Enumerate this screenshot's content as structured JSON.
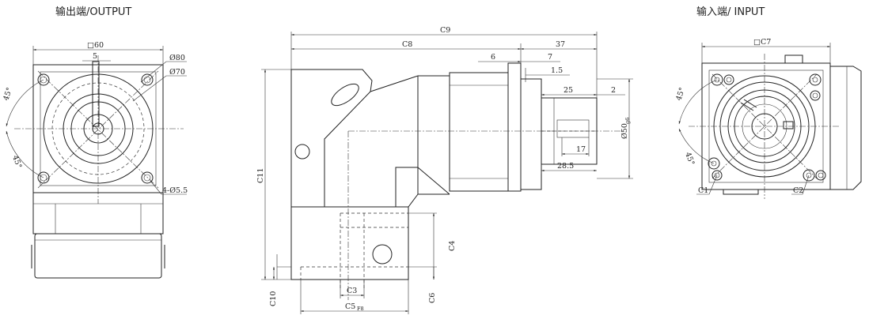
{
  "views": {
    "output": {
      "title": "输出端/OUTPUT",
      "dims": {
        "square": "□60",
        "key_width": "5",
        "pcd": "Ø80",
        "pilot": "Ø70",
        "holes": "4-Ø5.5",
        "angle_top": "45°",
        "angle_bottom": "45°"
      }
    },
    "side": {
      "dims": {
        "c9": "C9",
        "c8": "C8",
        "d37": "37",
        "d6": "6",
        "d7": "7",
        "d15": "1.5",
        "d25": "25",
        "d2": "2",
        "d17": "17",
        "d285": "28.5",
        "shaft": "Ø50",
        "shaft_tol": "g6",
        "c11": "C11",
        "c4": "C4",
        "c10": "C10",
        "c3": "C3",
        "c5": "C5",
        "c5_tol": "F8",
        "c6": "C6"
      }
    },
    "input": {
      "title": "输入端/ INPUT",
      "dims": {
        "square": "□C7",
        "angle_top": "45°",
        "angle_bottom": "45°",
        "c1": "C1",
        "c2": "C2"
      }
    }
  }
}
